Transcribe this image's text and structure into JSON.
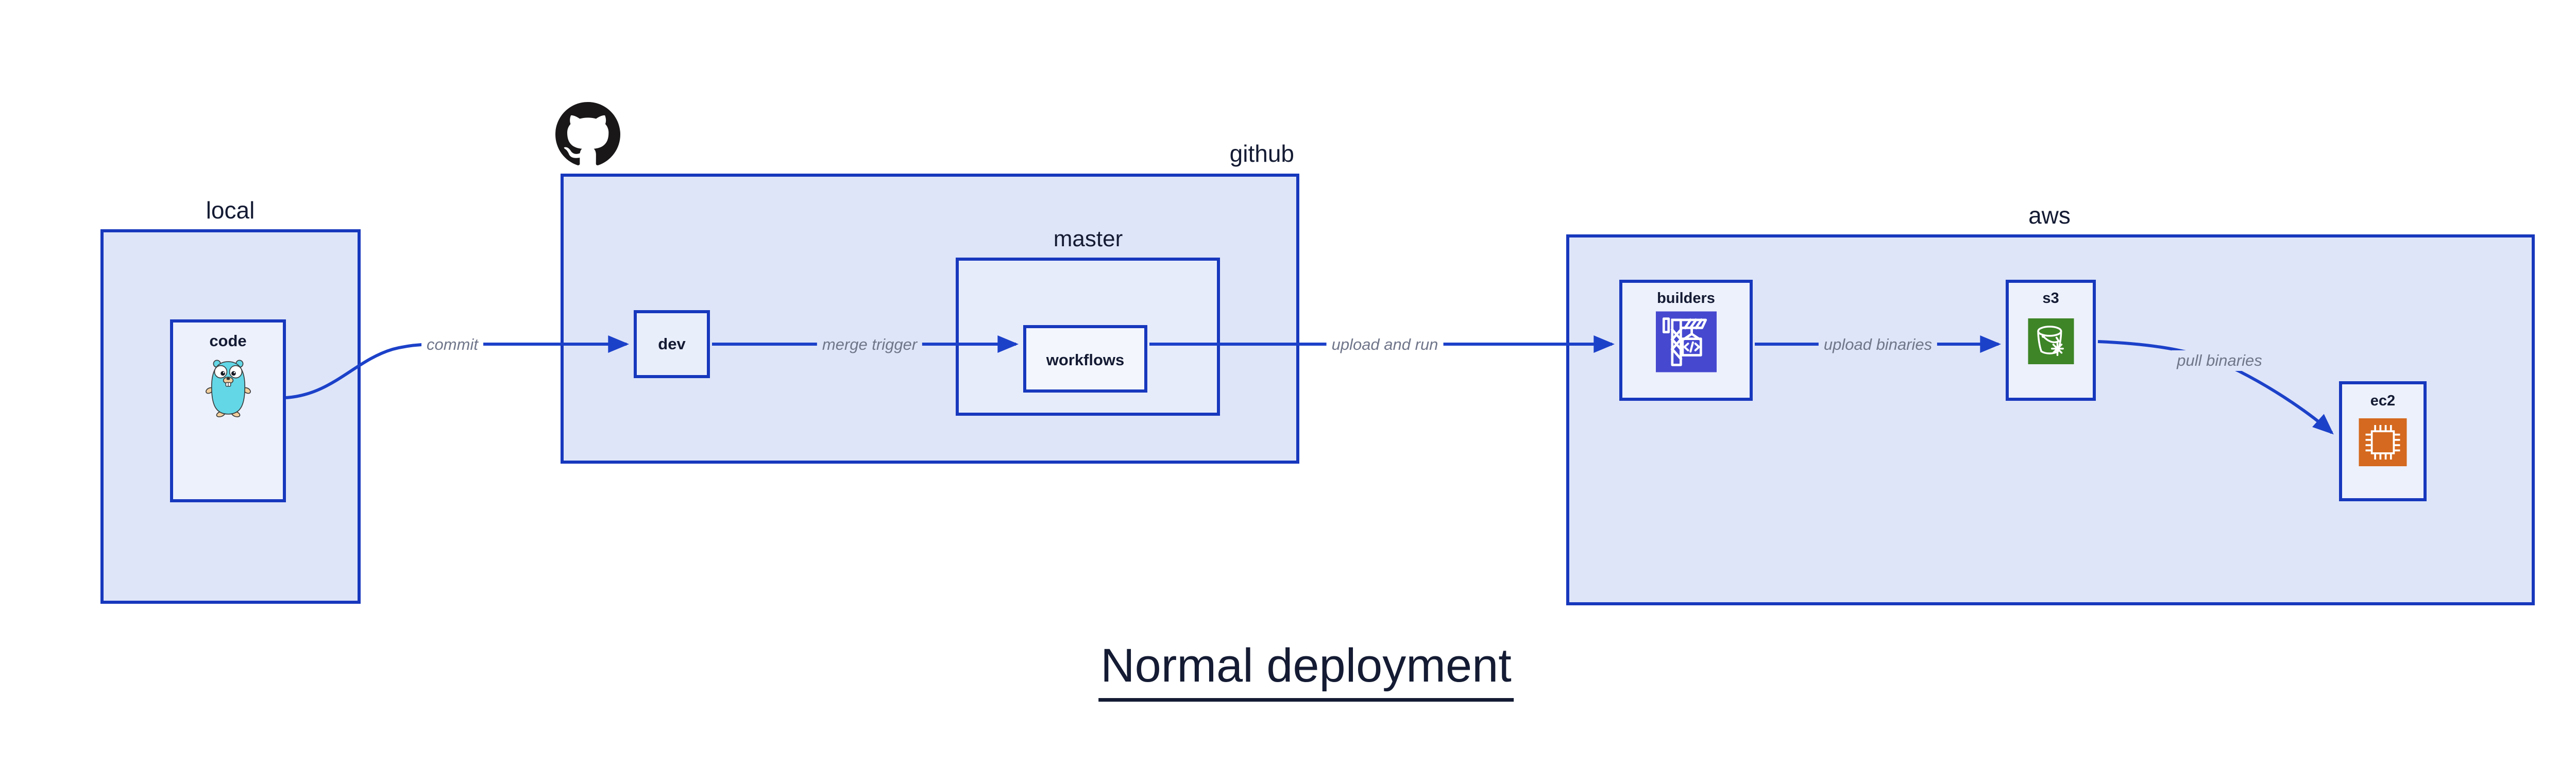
{
  "title": "Normal deployment",
  "colors": {
    "box_border_blue": "#1738bd",
    "arrow_blue": "#1c41c9",
    "group_fill_lavender": "#dee5f8",
    "node_fill_light": "#edf1fc",
    "label_navy": "#141b33",
    "edge_label_gray": "#70768a",
    "github_logo_black": "#191717",
    "codebuild_indigo": "#4649cf",
    "s3_green": "#3d8527",
    "ec2_orange": "#d4691f",
    "gopher_teal": "#63d7e6"
  },
  "groups": {
    "local": {
      "label": "local"
    },
    "github": {
      "label": "github"
    },
    "master": {
      "label": "master"
    },
    "aws": {
      "label": "aws"
    }
  },
  "nodes": {
    "code": {
      "label": "code",
      "icon": "go-gopher-icon"
    },
    "dev": {
      "label": "dev"
    },
    "workflows": {
      "label": "workflows"
    },
    "builders": {
      "label": "builders",
      "icon": "aws-codebuild-crane-icon"
    },
    "s3": {
      "label": "s3",
      "icon": "aws-s3-bucket-icon"
    },
    "ec2": {
      "label": "ec2",
      "icon": "aws-ec2-chip-icon"
    }
  },
  "edges": [
    {
      "from": "code",
      "to": "dev",
      "label": "commit"
    },
    {
      "from": "dev",
      "to": "workflows",
      "label": "merge trigger"
    },
    {
      "from": "workflows",
      "to": "builders",
      "label": "upload and run"
    },
    {
      "from": "builders",
      "to": "s3",
      "label": "upload binaries"
    },
    {
      "from": "s3",
      "to": "ec2",
      "label": "pull binaries"
    }
  ]
}
